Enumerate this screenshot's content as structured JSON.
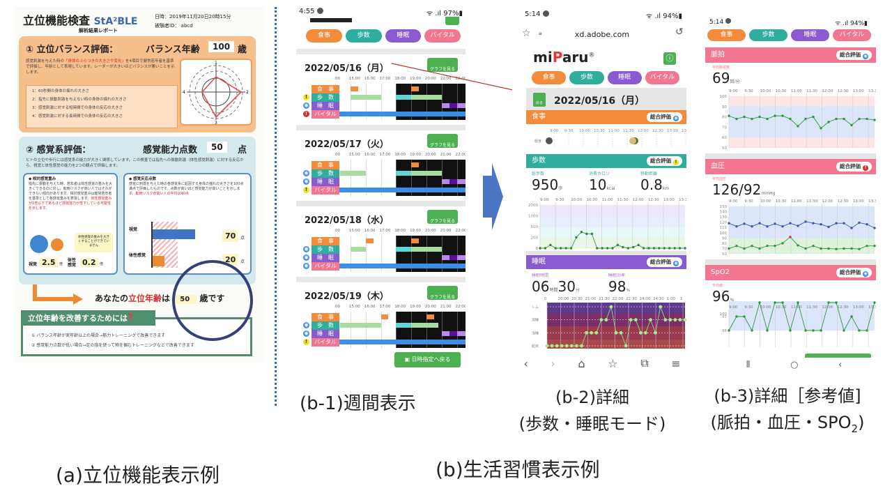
{
  "captions": {
    "a": "(a)立位機能表示例",
    "b": "(b)生活習慣表示例",
    "b1": "(b-1)週間表示",
    "b2_line1": "(b-2)詳細",
    "b2_line2": "(歩数・睡眠モード)",
    "b3_line1": "(b-3)詳細［参考値]",
    "b3_line2_pre": "(脈拍・血圧・SPO",
    "b3_line2_sub": "2",
    "b3_line2_post": ")"
  },
  "report": {
    "title": "立位機能検査",
    "brand": "StA²BLE",
    "subtitle": "解析結果レポート",
    "datetime": "日時：2019年11月20日20時15分",
    "subject_id": "被験者ID： abcd",
    "balance": {
      "heading": "① 立位バランス評価：",
      "metric_label": "バランス年齢",
      "value": "100",
      "unit": "歳",
      "desc_pre": "感覚刺激を与えた時の",
      "desc_em": "「身体のふらつきの大きさや変化」",
      "desc_post": "を4項目で健常若年者を基準で評価し、年齢として表現しています。レーダーが大きいほどバランスが悪いことを示します。",
      "items": [
        "1：60秒間の身体の揺れの大きさ",
        "2：指先に振動刺激を与えない時の身体の揺れの大きさ",
        "3：感覚刺激に対する短時間での身体の反応の大きさ",
        "4：感覚刺激に対する長時間での身体の反応の大きさ"
      ],
      "radar_axes": [
        "1",
        "2",
        "3",
        "4"
      ]
    },
    "sensory": {
      "heading": "② 感覚系評価：",
      "metric_label": "感覚能力点数",
      "value": "50",
      "unit": "点",
      "desc": "ヒトの立位や歩行には感覚系の能力が大きく関係しています。この検査では指先への振動刺激（体性感覚刺激）に対する反応から、視覚と体性感覚の能力を2つの観点で評価します。",
      "left_box": {
        "heading": "◆ 相対感覚重み",
        "text": "指先に振動を与えた時、若年者は体性感覚の重みを大きくできるのに対し、転倒リスクが高い人ではそれができない傾向があります。相対感覚重みは健常若年者を基準として各感覚重みを表現します。",
        "text_em": "体性感覚重みが1倍以下であるほど感覚能力が低下している可能性を示します。",
        "bubble": "体性感覚の重みを大きくすることができていません",
        "visual_label": "視覚",
        "visual_value": "2.5",
        "somatic_label": "体性感覚",
        "somatic_value": "0.2",
        "times_unit": "倍"
      },
      "right_box": {
        "heading": "◆ 感覚反応点数",
        "text": "感覚に刺激を与えた時の各感覚系に起因する身体の揺れの大きさを100点満点で評価したものです。点数が高いほど感覚能力が高いことを示します。",
        "text_em": "転倒リスクが高い人の平均は40点",
        "visual_label": "視覚",
        "visual_score": "70",
        "somatic_label": "体性感覚",
        "somatic_score": "20",
        "score_unit": "点"
      }
    },
    "result": {
      "pre": "あなたの",
      "em": "立位年齢",
      "mid": "は",
      "value": "50",
      "post": "歳です"
    },
    "improve": {
      "heading": "立位年齢を改善するためには",
      "mark": "?",
      "items": [
        "① バランス年齢が実年齢以上の場合→筋力トレーニングで改善できます",
        "② 感覚能力点数が低い場合→足の指を使って物を掴むトレーニングなどで改善できます"
      ]
    }
  },
  "colors": {
    "meal": "#f28b3c",
    "steps": "#2fae9e",
    "sleep": "#8a5ad0",
    "vital": "#f2768f",
    "ok": "#3b8ee8",
    "warn": "#f2e21a",
    "alert": "#d62c2c",
    "green_btn": "#4caf50"
  },
  "tabs": [
    "食事",
    "歩数",
    "睡眠",
    "バイタル"
  ],
  "track_labels": [
    "食　事",
    "歩　数",
    "睡　眠",
    "バイタル"
  ],
  "weekly": {
    "status_time": "4:55",
    "status_battery": "97%",
    "graph_button": "グラフを見る",
    "back_button": "日時指定へ戻る",
    "hour_ticks": [
      ":00",
      "15:00",
      "16:00",
      "17:00",
      "18:00",
      "19:00",
      "20:00",
      "21:00",
      "22:00"
    ],
    "days": [
      {
        "date": "2022/05/16（月）",
        "status": [
          null,
          "warn",
          "ok",
          "alert"
        ],
        "meal": [
          [
            15.0,
            15.5
          ],
          [
            19.0,
            19.5
          ]
        ],
        "steps": [
          [
            15.0,
            17.0,
            "light"
          ],
          [
            18.0,
            19.0,
            "cyan"
          ],
          [
            19.0,
            21.0,
            "light"
          ]
        ]
      },
      {
        "date": "2022/05/17（火）",
        "status": [
          null,
          "ok",
          "ok",
          "warn"
        ],
        "meal": [
          [
            19.0,
            19.5
          ]
        ],
        "steps": [
          [
            14.3,
            16.0,
            "light"
          ],
          [
            18.0,
            19.0,
            "cyan"
          ],
          [
            19.0,
            21.0,
            "light"
          ]
        ]
      },
      {
        "date": "2022/05/18（水）",
        "status": [
          null,
          "ok",
          "ok",
          "ok"
        ],
        "meal": [
          [
            16.0,
            16.5
          ],
          [
            19.0,
            19.5
          ]
        ],
        "steps": [
          [
            15.0,
            16.0,
            "light"
          ],
          [
            18.0,
            19.0,
            "cyan"
          ],
          [
            19.0,
            21.0,
            "light"
          ]
        ]
      },
      {
        "date": "2022/05/19（木）",
        "status": [
          null,
          "ok",
          "ok",
          "warn"
        ],
        "meal": [
          [
            17.0,
            17.5
          ],
          [
            20.0,
            20.5
          ]
        ],
        "steps": [
          [
            14.3,
            17.0,
            "light"
          ],
          [
            18.0,
            19.0,
            "cyan"
          ],
          [
            19.0,
            20.8,
            "light"
          ]
        ]
      }
    ]
  },
  "detail": {
    "status_time": "5:14",
    "status_battery": "94%",
    "url": "xd.adobe.com",
    "logo_pre": "mi",
    "logo_p": "P",
    "logo_post": "aru",
    "logo_mark": "®",
    "back_label": "戻る",
    "date": "2022/05/16（月）",
    "overall_label": "総合評価",
    "meal": {
      "title": "食事",
      "status": "ok",
      "ticks": [
        "9:00",
        "9:30",
        "10:00",
        "10:30",
        "11:00",
        "11:30",
        "12:00",
        "12:30",
        "13:00",
        "13:3"
      ],
      "row_label": "朝食"
    },
    "steps": {
      "title": "歩数",
      "status": "warn",
      "stats": [
        {
          "label": "総歩数",
          "value": "950",
          "unit": "歩"
        },
        {
          "label": "消費カロリ",
          "value": "10",
          "unit": "kcal"
        },
        {
          "label": "移動距離",
          "value": "0.8",
          "unit": "km"
        }
      ]
    },
    "sleep": {
      "title": "睡眠",
      "status": "ok",
      "stats": [
        {
          "label": "睡眠時間",
          "value": "06",
          "unit": "時間",
          "value2": "30",
          "unit2": "分"
        },
        {
          "label": "睡眠効率",
          "value": "98",
          "unit": "%"
        }
      ]
    }
  },
  "vitals": {
    "status_time": "5:14",
    "status_battery": "94%",
    "overall_label": "総合評価",
    "pulse": {
      "title": "脈拍",
      "status": "ok",
      "avg_label": "平均脈拍数",
      "value": "69",
      "unit": "回/分"
    },
    "bp": {
      "title": "血圧",
      "status": "alert",
      "avg_label": "平均血圧",
      "value": "126/92",
      "unit": "mmHg"
    },
    "spo2": {
      "title": "SpO2",
      "status": "ok",
      "avg_label": "平均値",
      "value": "96",
      "unit": "%"
    }
  },
  "chart_data": [
    {
      "id": "steps",
      "type": "line",
      "x": [
        "9:00",
        "9:30",
        "10:00",
        "10:30",
        "11:00",
        "11:30",
        "12:00",
        "12:30",
        "13:00",
        "13:3"
      ],
      "yticks": [
        0,
        200,
        500,
        1000,
        2000
      ],
      "ylim": [
        0,
        2000
      ],
      "values": [
        0,
        0,
        60,
        0,
        0,
        0,
        0,
        200,
        350,
        300,
        300,
        0,
        0,
        0,
        0,
        60,
        20,
        0,
        20,
        60,
        0,
        0,
        0,
        0,
        0,
        0,
        0,
        0,
        0
      ]
    },
    {
      "id": "sleep",
      "type": "line",
      "x": [
        "0",
        "20:00",
        "20:30",
        "21:00",
        "21:30",
        "22:00",
        "22:30",
        "24:00",
        "24:30",
        "1:00",
        "1"
      ],
      "levels": [
        "起床",
        "浅睡",
        "深睡",
        "レム"
      ],
      "values": [
        0,
        0,
        0,
        0,
        0,
        0,
        0,
        0,
        1,
        1,
        1,
        2,
        2,
        3,
        1,
        1,
        0,
        2,
        2,
        1,
        1,
        2,
        1,
        3,
        2,
        2,
        2,
        2,
        2
      ]
    },
    {
      "id": "pulse",
      "type": "line",
      "x": [
        "9:00",
        "9:30",
        "10:00",
        "10:30",
        "11:00",
        "11:30",
        "12:00",
        "12:30",
        "13:00",
        "13:3"
      ],
      "yticks": [
        50,
        60,
        70,
        80,
        90,
        100
      ],
      "ylim": [
        50,
        100
      ],
      "values": [
        81,
        78,
        80,
        78,
        80,
        78,
        81,
        81,
        78,
        71,
        78,
        80,
        69,
        75,
        78,
        78,
        72,
        78,
        78,
        77
      ]
    },
    {
      "id": "bp",
      "type": "line",
      "x": [
        "9:00",
        "9:30",
        "10:00",
        "10:30",
        "11:00",
        "11:30",
        "12:00",
        "12:30",
        "13:00",
        "13:3"
      ],
      "yticks": [
        50,
        70,
        80,
        90,
        100,
        110,
        120,
        130,
        140,
        150
      ],
      "ylim": [
        50,
        150
      ],
      "series": [
        {
          "values": [
            118,
            112,
            117,
            112,
            118,
            112,
            117,
            112,
            118,
            113,
            121,
            118,
            116,
            111,
            118,
            118,
            109,
            119,
            116,
            109
          ]
        },
        {
          "values": [
            70,
            75,
            70,
            75,
            70,
            75,
            75,
            80,
            92,
            76,
            70,
            75,
            70,
            70,
            68,
            70,
            70,
            68,
            75,
            75
          ]
        }
      ]
    },
    {
      "id": "spo2",
      "type": "line",
      "x": [
        "9:00",
        "9:30",
        "10:00",
        "10:30",
        "11:00",
        "11:30",
        "12:00",
        "12:30",
        "13:00",
        "13:3"
      ],
      "yticks": [
        97,
        98,
        100
      ],
      "values": [
        98,
        97,
        97,
        98,
        96,
        98,
        96,
        96,
        98,
        96,
        98,
        98,
        98,
        96,
        96,
        98,
        97,
        98,
        98,
        96
      ]
    }
  ]
}
